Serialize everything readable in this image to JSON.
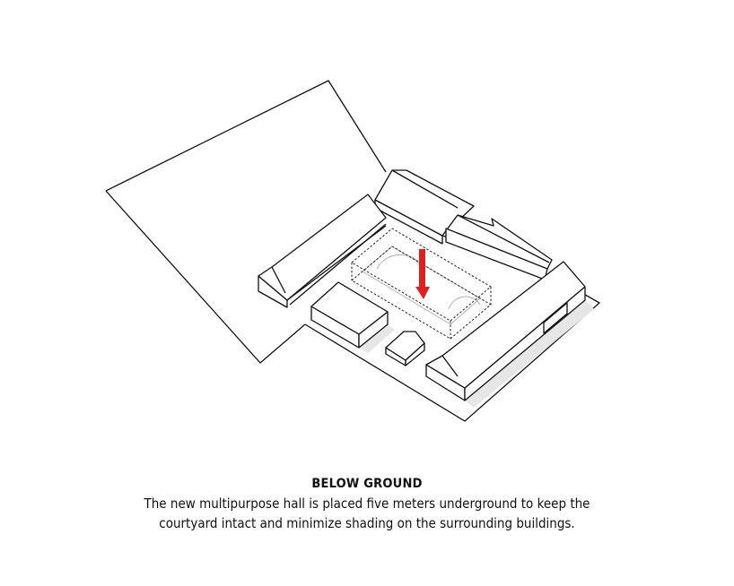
{
  "diagram": {
    "title": "BELOW GROUND",
    "description_lines": [
      "The new multipurpose hall is placed five meters underground to keep the",
      "courtyard intact and minimize shading on the surrounding buildings."
    ],
    "arrow_color": "#e02020"
  }
}
